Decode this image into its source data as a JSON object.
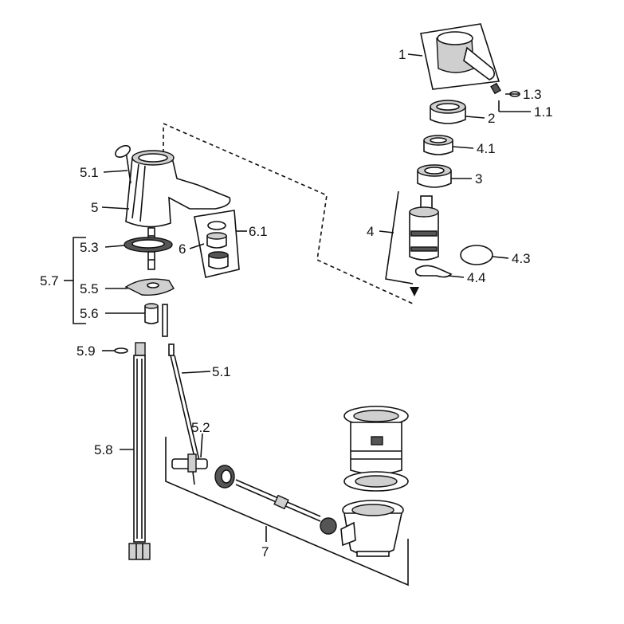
{
  "labels": {
    "p1": "1",
    "p1_3": "1.3",
    "p1_1": "1.1",
    "p2": "2",
    "p4_1": "4.1",
    "p3": "3",
    "p4": "4",
    "p4_3": "4.3",
    "p4_4": "4.4",
    "p5_1_top": "5.1",
    "p5": "5",
    "p6_1": "6.1",
    "p6": "6",
    "p5_3": "5.3",
    "p5_7": "5.7",
    "p5_5": "5.5",
    "p5_6": "5.6",
    "p5_9": "5.9",
    "p5_1_rod": "5.1",
    "p5_2": "5.2",
    "p5_8": "5.8",
    "p7": "7"
  }
}
